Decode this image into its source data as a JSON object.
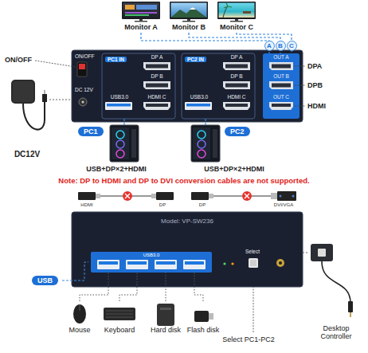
{
  "diagram": {
    "nodes": [
      {
        "text": [
          "Monitor A"
        ]
      },
      {
        "text": [
          "Monitor B"
        ]
      },
      {
        "text": [
          "Monitor C"
        ]
      },
      {
        "text": [
          "ON/OFF",
          "DC 12V"
        ]
      },
      {
        "text": [
          "PC1 IN",
          "DP A",
          "DP B",
          "USB3.0",
          "HDMI C"
        ],
        "in": 3
      },
      {
        "text": [
          "PC2 IN",
          "DP A",
          "DP B",
          "USB3.0",
          "HDMI C"
        ],
        "in": 3
      },
      {
        "text": [
          "OUT A",
          "OUT B",
          "OUT C"
        ],
        "in": 3
      },
      {
        "text": [
          "DC12V"
        ]
      },
      {
        "text": [
          "PC1",
          "USB+DP×2+HDMI"
        ]
      },
      {
        "text": [
          "PC2",
          "USB+DP×2+HDMI"
        ]
      },
      {
        "text": [
          "Model: VP-SW236",
          "Select"
        ]
      },
      {
        "text": [
          "USB3.0"
        ],
        "in": 10
      },
      {
        "text": [
          "Mouse"
        ]
      },
      {
        "text": [
          "Keyboard"
        ]
      },
      {
        "text": [
          "Hard disk"
        ]
      },
      {
        "text": [
          "Flash disk"
        ]
      },
      {
        "text": [
          "Desktop Controller"
        ]
      }
    ],
    "edges": [
      {
        "from": 0,
        "to": 6,
        "arrow": "none",
        "label": "A"
      },
      {
        "from": 1,
        "to": 6,
        "arrow": "none",
        "label": "B"
      },
      {
        "from": 2,
        "to": 6,
        "arrow": "none",
        "label": "C"
      },
      {
        "from": 7,
        "to": 3,
        "arrow": "none"
      },
      {
        "from": 8,
        "to": 4,
        "arrow": "none"
      },
      {
        "from": 9,
        "to": 5,
        "arrow": "none"
      },
      {
        "from": 12,
        "to": 11,
        "arrow": "none"
      },
      {
        "from": 13,
        "to": 11,
        "arrow": "none"
      },
      {
        "from": 14,
        "to": 11,
        "arrow": "none"
      },
      {
        "from": 15,
        "to": 11,
        "arrow": "none"
      },
      {
        "from": 16,
        "to": 10,
        "arrow": "none"
      }
    ],
    "labels": [
      "ON/OFF",
      "DPA",
      "DPB",
      "HDMI",
      "Note: DP to HDMI and DP to DVI conversion cables are not supported.",
      "HDMI",
      "DP",
      "DP",
      "DVI/VGA",
      "USB",
      "Select PC1-PC2"
    ]
  }
}
